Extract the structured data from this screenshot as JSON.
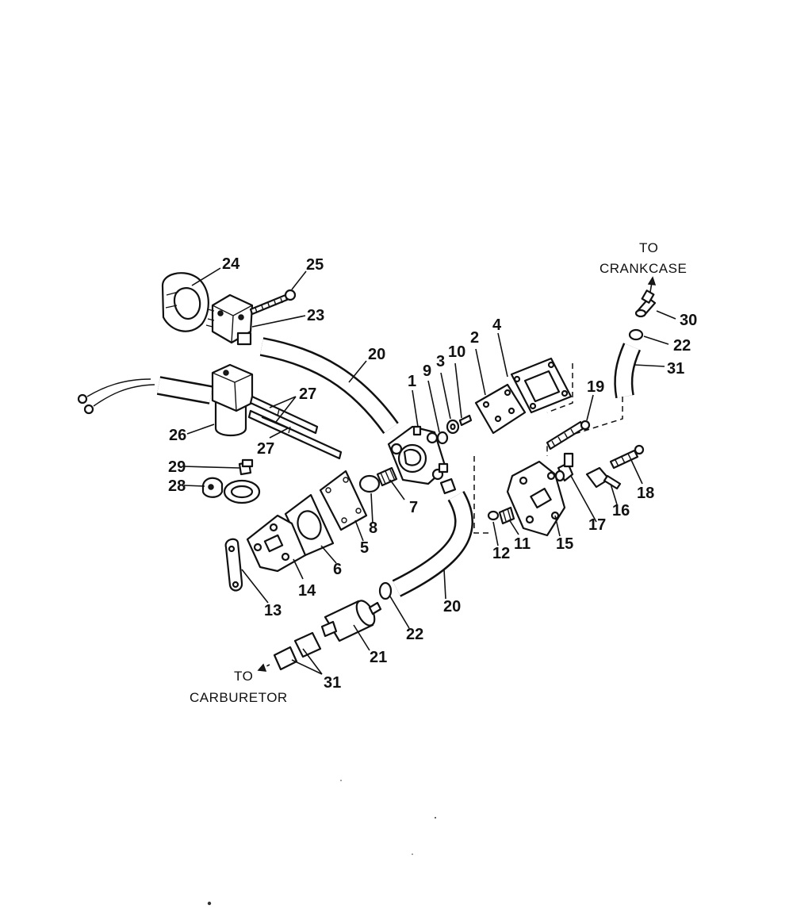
{
  "notes": {
    "crankcase_line1": "TO",
    "crankcase_line2": "CRANKCASE",
    "carburetor_line1": "TO",
    "carburetor_line2": "CARBURETOR"
  },
  "callouts": {
    "c1": "1",
    "c2": "2",
    "c3": "3",
    "c4": "4",
    "c5": "5",
    "c6": "6",
    "c7": "7",
    "c8": "8",
    "c9": "9",
    "c10": "10",
    "c11": "11",
    "c12": "12",
    "c13": "13",
    "c14": "14",
    "c15": "15",
    "c16": "16",
    "c17": "17",
    "c18": "18",
    "c19": "19",
    "c20a": "20",
    "c20b": "20",
    "c21": "21",
    "c22a": "22",
    "c22b": "22",
    "c23": "23",
    "c24": "24",
    "c25": "25",
    "c26": "26",
    "c27a": "27",
    "c27b": "27",
    "c28": "28",
    "c29": "29",
    "c30": "30",
    "c31a": "31",
    "c31b": "31"
  }
}
